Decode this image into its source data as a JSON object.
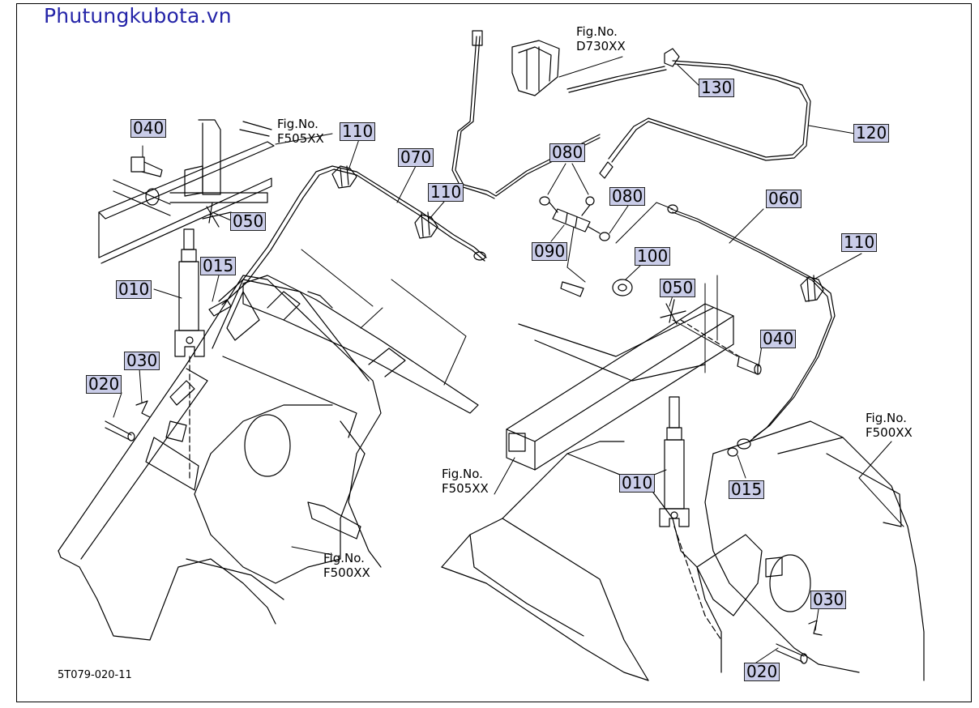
{
  "brand": {
    "text": "Phutungkubota.vn",
    "color": "#2424a8"
  },
  "drawing_code": "5T079-020-11",
  "colors": {
    "callout_fill": "#c9cce8",
    "line": "#000000"
  },
  "callouts": [
    {
      "id": "040",
      "key": "040-left"
    },
    {
      "id": "050",
      "key": "050-left"
    },
    {
      "id": "015",
      "key": "015-left"
    },
    {
      "id": "010",
      "key": "010-left"
    },
    {
      "id": "030",
      "key": "030-left"
    },
    {
      "id": "020",
      "key": "020-left"
    },
    {
      "id": "110",
      "key": "110-top-left"
    },
    {
      "id": "070",
      "key": "070"
    },
    {
      "id": "110",
      "key": "110-mid"
    },
    {
      "id": "130",
      "key": "130"
    },
    {
      "id": "120",
      "key": "120"
    },
    {
      "id": "080",
      "key": "080-top"
    },
    {
      "id": "080",
      "key": "080-right"
    },
    {
      "id": "090",
      "key": "090"
    },
    {
      "id": "100",
      "key": "100"
    },
    {
      "id": "060",
      "key": "060"
    },
    {
      "id": "110",
      "key": "110-right"
    },
    {
      "id": "050",
      "key": "050-right"
    },
    {
      "id": "040",
      "key": "040-right"
    },
    {
      "id": "010",
      "key": "010-right"
    },
    {
      "id": "015",
      "key": "015-right"
    },
    {
      "id": "030",
      "key": "030-right"
    },
    {
      "id": "020",
      "key": "020-right"
    }
  ],
  "figrefs": [
    {
      "line1": "Fig.No.",
      "line2": "F505XX",
      "key": "f505-top"
    },
    {
      "line1": "Fig.No.",
      "line2": "D730XX",
      "key": "d730"
    },
    {
      "line1": "Fig.No.",
      "line2": "F505XX",
      "key": "f505-bottom"
    },
    {
      "line1": "Fig.No.",
      "line2": "F500XX",
      "key": "f500-bottom"
    },
    {
      "line1": "Fig.No.",
      "line2": "F500XX",
      "key": "f500-right"
    }
  ]
}
